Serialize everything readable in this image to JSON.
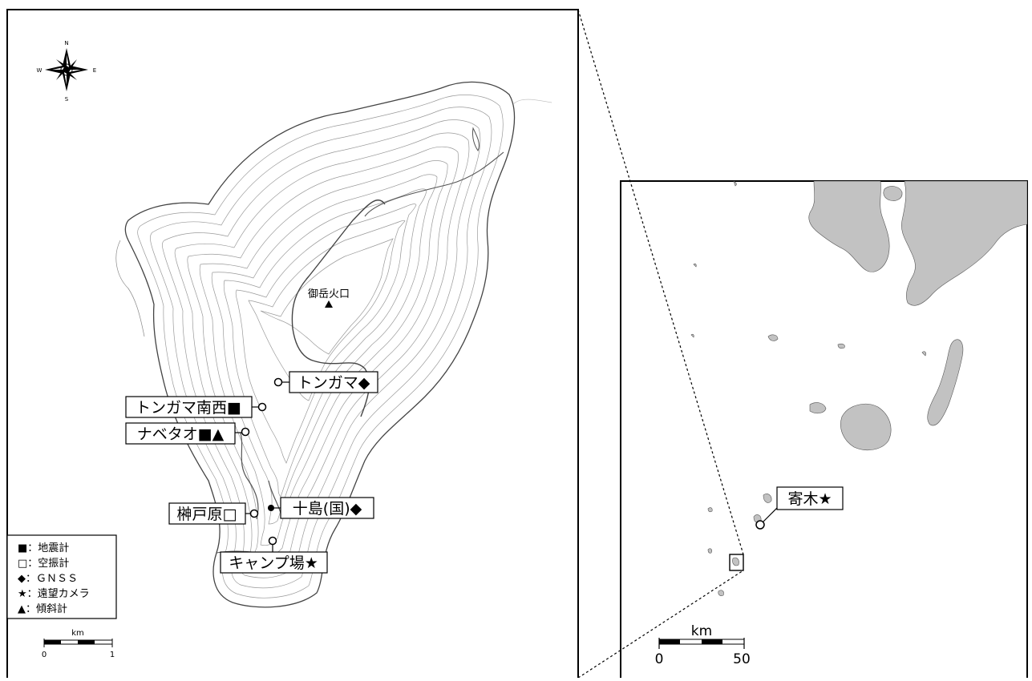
{
  "compass": {
    "n": "N",
    "s": "S",
    "e": "E",
    "w": "W"
  },
  "crater": {
    "label": "御岳火口"
  },
  "stations": {
    "tongama": "トンガマ◆",
    "tongama_sw": "トンガマ南西■",
    "nabetao": "ナベタオ■▲",
    "sakakidobara": "榊戸原□",
    "jushima": "十島(国)◆",
    "camp": "キャンプ場★",
    "yoriki": "寄木★"
  },
  "legend": [
    {
      "symbol": "■",
      "text": "：地震計"
    },
    {
      "symbol": "□",
      "text": "：空振計"
    },
    {
      "symbol": "◆",
      "text": "：ＧＮＳＳ"
    },
    {
      "symbol": "★",
      "text": "：遠望カメラ"
    },
    {
      "symbol": "▲",
      "text": "：傾斜計"
    }
  ],
  "scale_main": {
    "unit": "km",
    "min": "0",
    "max": "1"
  },
  "scale_inset": {
    "unit": "km",
    "min": "0",
    "max": "50"
  }
}
